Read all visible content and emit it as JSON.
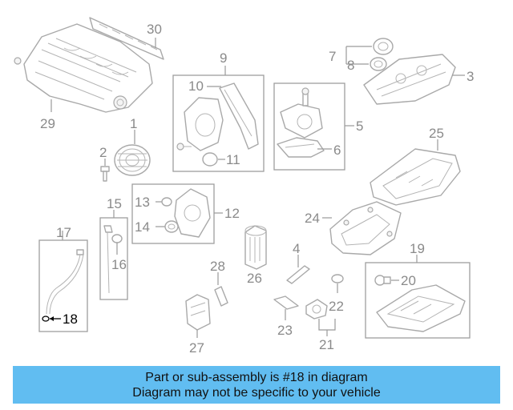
{
  "diagram": {
    "highlight_part": "18",
    "callouts": {
      "c1": "1",
      "c2": "2",
      "c3": "3",
      "c4": "4",
      "c5": "5",
      "c6": "6",
      "c7": "7",
      "c8": "8",
      "c9": "9",
      "c10": "10",
      "c11": "11",
      "c12": "12",
      "c13": "13",
      "c14": "14",
      "c15": "15",
      "c16": "16",
      "c17": "17",
      "c18": "18",
      "c19": "19",
      "c20": "20",
      "c21": "21",
      "c22": "22",
      "c23": "23",
      "c24": "24",
      "c25": "25",
      "c26": "26",
      "c27": "27",
      "c28": "28",
      "c29": "29",
      "c30": "30"
    }
  },
  "banner": {
    "line1": "Part or sub-assembly is #18 in diagram",
    "line2": "Diagram may not be specific to your vehicle",
    "color": "#61bdf1"
  }
}
